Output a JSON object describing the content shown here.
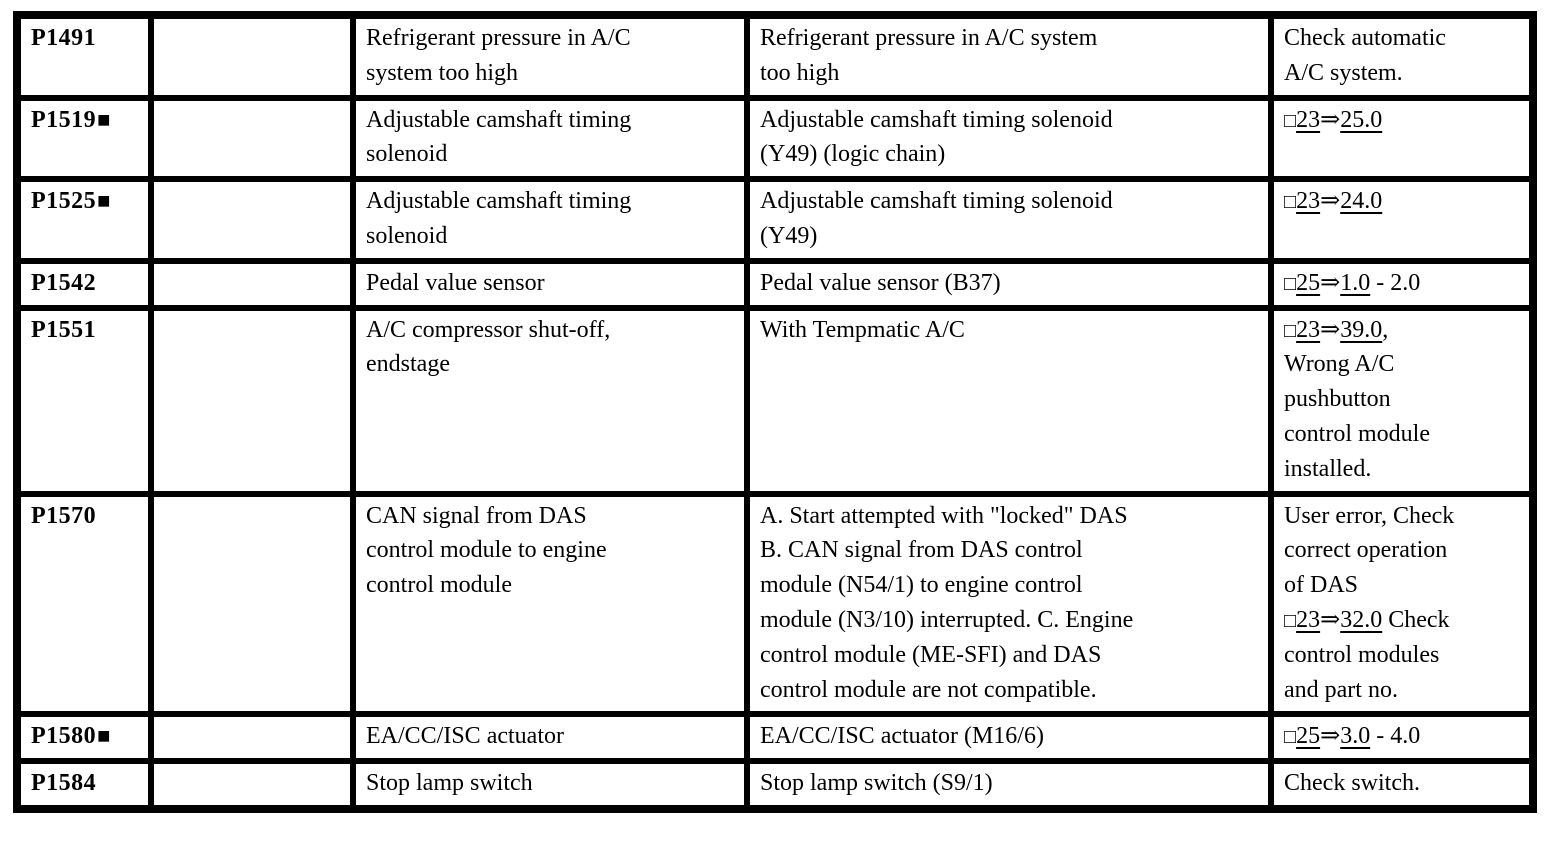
{
  "table": {
    "rows": [
      {
        "code": "P1491",
        "marker": "",
        "blank": "",
        "short_description": "Refrigerant pressure in A/C\nsystem too high",
        "detail": "Refrigerant pressure in A/C system\ntoo high",
        "remedy_parts": [
          {
            "text": "Check automatic\nA/C system."
          }
        ]
      },
      {
        "code": "P1519",
        "marker": "■",
        "blank": "",
        "short_description": "Adjustable camshaft timing\nsolenoid",
        "detail": "Adjustable camshaft timing solenoid\n(Y49) (logic chain)",
        "remedy_parts": [
          {
            "text": "□",
            "square": true
          },
          {
            "text": "23",
            "underline": true
          },
          {
            "text": "⇒"
          },
          {
            "text": "25.0",
            "underline": true
          }
        ]
      },
      {
        "code": "P1525",
        "marker": "■",
        "blank": "",
        "short_description": "Adjustable camshaft timing\nsolenoid",
        "detail": "Adjustable camshaft timing solenoid\n(Y49)",
        "remedy_parts": [
          {
            "text": "□",
            "square": true
          },
          {
            "text": "23",
            "underline": true
          },
          {
            "text": "⇒"
          },
          {
            "text": "24.0",
            "underline": true
          }
        ]
      },
      {
        "code": "P1542",
        "marker": "",
        "blank": "",
        "short_description": "Pedal value sensor",
        "detail": "Pedal value sensor (B37)",
        "remedy_parts": [
          {
            "text": "□",
            "square": true
          },
          {
            "text": "25",
            "underline": true
          },
          {
            "text": "⇒"
          },
          {
            "text": "1.0",
            "underline": true
          },
          {
            "text": " - 2.0"
          }
        ]
      },
      {
        "code": "P1551",
        "marker": "",
        "blank": "",
        "short_description": "A/C compressor shut-off,\nendstage",
        "detail": "With Tempmatic A/C",
        "remedy_parts": [
          {
            "text": "□",
            "square": true
          },
          {
            "text": "23",
            "underline": true
          },
          {
            "text": "⇒"
          },
          {
            "text": "39.0",
            "underline": true
          },
          {
            "text": ",\nWrong A/C\npushbutton\ncontrol module\ninstalled."
          }
        ]
      },
      {
        "code": "P1570",
        "marker": "",
        "blank": "",
        "short_description": "CAN signal from DAS\ncontrol module to engine\ncontrol module",
        "detail": "A. Start attempted with \"locked\" DAS\nB. CAN signal from DAS control\nmodule (N54/1) to engine control\nmodule (N3/10) interrupted. C. Engine\ncontrol module (ME-SFI) and DAS\ncontrol module are not compatible.",
        "remedy_parts": [
          {
            "text": "User error, Check\ncorrect operation\nof DAS\n"
          },
          {
            "text": "□",
            "square": true
          },
          {
            "text": "23",
            "underline": true
          },
          {
            "text": "⇒"
          },
          {
            "text": "32.0",
            "underline": true
          },
          {
            "text": " Check\ncontrol modules\nand part no."
          }
        ]
      },
      {
        "code": "P1580",
        "marker": "■",
        "blank": "",
        "short_description": "EA/CC/ISC actuator",
        "detail": "EA/CC/ISC actuator (M16/6)",
        "remedy_parts": [
          {
            "text": "□",
            "square": true
          },
          {
            "text": "25",
            "underline": true
          },
          {
            "text": "⇒"
          },
          {
            "text": "3.0",
            "underline": true
          },
          {
            "text": " - 4.0"
          }
        ]
      },
      {
        "code": "P1584",
        "marker": "",
        "blank": "",
        "short_description": "Stop lamp switch",
        "detail": "Stop lamp switch (S9/1)",
        "remedy_parts": [
          {
            "text": "Check switch."
          }
        ]
      }
    ]
  }
}
